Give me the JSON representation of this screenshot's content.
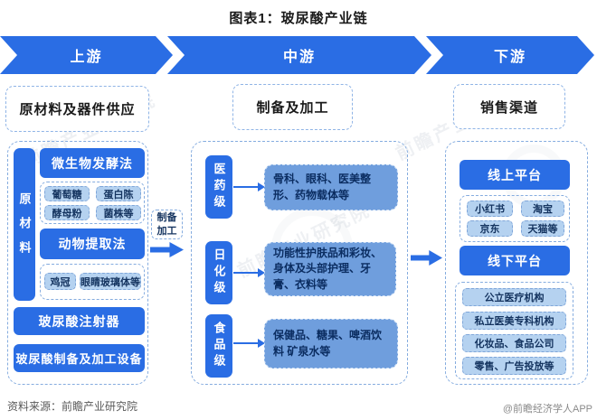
{
  "title": "图表1：玻尿酸产业链",
  "banners": {
    "upstream": "上游",
    "midstream": "中游",
    "downstream": "下游"
  },
  "upstream": {
    "header": "原材料及器件供应",
    "side_label": "原材料",
    "fermentation": {
      "title": "微生物发酵法",
      "chips": [
        "葡萄糖",
        "蛋白陈",
        "酵母粉",
        "菌株等"
      ]
    },
    "animal": {
      "title": "动物提取法",
      "chips": [
        "鸡冠",
        "眼睛玻璃体等"
      ]
    },
    "extra_boxes": [
      "玻尿酸注射器",
      "玻尿酸制备及加工设备"
    ]
  },
  "process_label": {
    "line1": "制备",
    "line2": "加工"
  },
  "midstream": {
    "header": "制备及加工",
    "grades": [
      {
        "label": "医药级",
        "desc": "骨科、眼科、医美整形、药物载体等"
      },
      {
        "label": "日化级",
        "desc": "功能性护肤品和彩妆、身体及头部护理、牙膏、衣料等"
      },
      {
        "label": "食品级",
        "desc": "保健品、糖果、啤酒饮料 矿泉水等"
      }
    ]
  },
  "downstream": {
    "header": "销售渠道",
    "online": {
      "title": "线上平台",
      "chips": [
        "小红书",
        "淘宝",
        "京东",
        "天猫等"
      ]
    },
    "offline": {
      "title": "线下平台",
      "items": [
        "公立医疗机构",
        "私立医美专科机构",
        "化妆品、食品公司",
        "零售、广告投放等"
      ]
    }
  },
  "footer": {
    "source": "资料来源：前瞻产业研究院",
    "credit": "@前瞻经济学人APP"
  },
  "watermark": {
    "text": "前瞻产业研究院"
  },
  "colors": {
    "primary": "#2a6de4",
    "chip": "#b5d2f0",
    "content_box": "#6f9edd"
  }
}
